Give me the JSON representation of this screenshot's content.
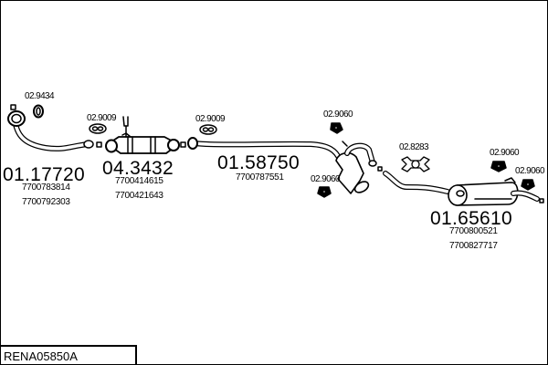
{
  "diagram_code": "RENA05850A",
  "parts": [
    {
      "part_number": "01.17720",
      "oem_numbers": [
        "7700783814",
        "7700792303"
      ],
      "type": "front-pipe"
    },
    {
      "part_number": "04.3432",
      "oem_numbers": [
        "7700414615",
        "7700421643"
      ],
      "type": "catalytic-converter"
    },
    {
      "part_number": "01.58750",
      "oem_numbers": [
        "7700787551"
      ],
      "type": "middle-silencer"
    },
    {
      "part_number": "01.65610",
      "oem_numbers": [
        "7700800521",
        "7700827717"
      ],
      "type": "rear-silencer"
    }
  ],
  "accessories": [
    {
      "code": "02.9434",
      "type": "sealing-ring"
    },
    {
      "code": "02.9009",
      "type": "gasket"
    },
    {
      "code": "02.9009",
      "type": "gasket"
    },
    {
      "code": "02.9060",
      "type": "rubber-mount"
    },
    {
      "code": "02.9060",
      "type": "rubber-mount"
    },
    {
      "code": "02.8283",
      "type": "clamp"
    },
    {
      "code": "02.9060",
      "type": "rubber-mount"
    },
    {
      "code": "02.9060",
      "type": "rubber-mount"
    }
  ]
}
